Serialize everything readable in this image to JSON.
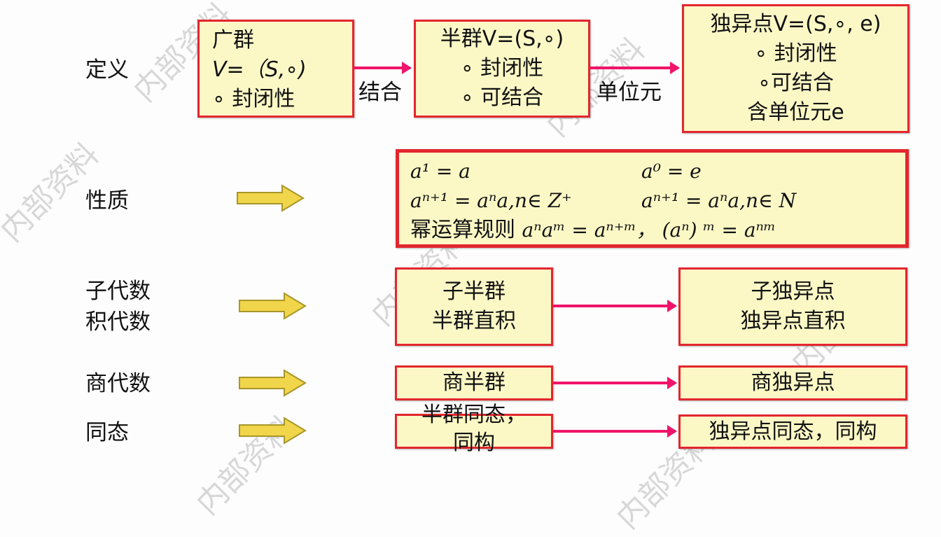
{
  "watermark": "内部资料",
  "rows": {
    "definition": "定义",
    "property": "性质",
    "subalgebra": "子代数",
    "product_algebra": "积代数",
    "quotient_algebra": "商代数",
    "homomorphism": "同态"
  },
  "definition": {
    "groupoid": {
      "title": "广群",
      "tuple": "V=（S,∘)",
      "prop1": "∘ 封闭性"
    },
    "semigroup": {
      "title": "半群V=(S,∘)",
      "prop1": "∘ 封闭性",
      "prop2": "∘ 可结合"
    },
    "monoid": {
      "title": "独异点V=(S,∘, e)",
      "prop1": "∘ 封闭性",
      "prop2": "∘可结合",
      "prop3": "含单位元e"
    },
    "arrow1_label": "结合",
    "arrow2_label": "单位元"
  },
  "properties": {
    "line1_left": "a¹ = a",
    "line1_right": "a⁰ = e",
    "line2_left": "aⁿ⁺¹ = aⁿa,n∈ Z⁺",
    "line2_right": "aⁿ⁺¹ = aⁿa,n∈ N",
    "line3_prefix": "幂运算规则",
    "line3_formula": "aⁿaᵐ = aⁿ⁺ᵐ，  (aⁿ) ᵐ = aⁿᵐ"
  },
  "sub": {
    "semigroup_line1": "子半群",
    "semigroup_line2": "半群直积",
    "monoid_line1": "子独异点",
    "monoid_line2": "独异点直积"
  },
  "quotient": {
    "semigroup": "商半群",
    "monoid": "商独异点"
  },
  "homo": {
    "semigroup_line1": "半群同态，",
    "semigroup_line2": "同构",
    "monoid": "独异点同态，同构"
  },
  "colors": {
    "box_fill": "#fbf8c6",
    "box_border": "#e3262e",
    "arrow": "#f0146a",
    "yellow_arrow": "#f1d54a"
  }
}
